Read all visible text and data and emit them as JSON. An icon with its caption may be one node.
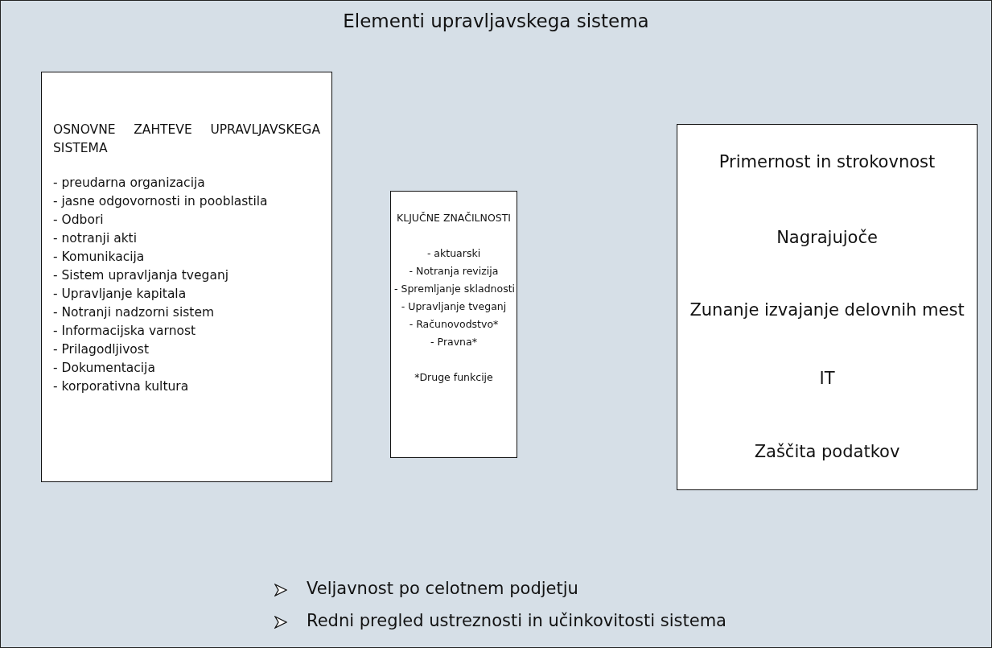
{
  "diagram": {
    "nodes": [
      {
        "text": [
          "Elementi upravljavskega sistema",
          "Veljavnost po celotnem podjetju",
          "Redni pregled ustreznosti in učinkovitosti sistema"
        ]
      },
      {
        "text": [
          "OSNOVNE ZAHTEVE UPRAVLJAVSKEGA SISTEMA",
          "- preudarna organizacija",
          "- jasne odgovornosti in pooblastila",
          "- Odbori",
          "- notranji akti",
          "- Komunikacija",
          "- Sistem upravljanja tveganj",
          "- Upravljanje kapitala",
          "- Notranji nadzorni sistem",
          "- Informacijska varnost",
          "- Prilagodljivost",
          "- Dokumentacija",
          "- korporativna kultura"
        ],
        "in": 0
      },
      {
        "text": [
          "KLJUČNE ZNAČILNOSTI",
          "- aktuarski",
          "- Notranja revizija",
          "- Spremljanje skladnosti",
          "- Upravljanje tveganj",
          "- Računovodstvo*",
          "- Pravna*",
          "*Druge funkcije"
        ],
        "in": 0
      },
      {
        "text": [
          "Primernost in strokovnost"
        ],
        "in": 0
      },
      {
        "text": [
          "Nagrajujoče"
        ],
        "in": 0
      },
      {
        "text": [
          "Zunanje izvajanje delovnih mest"
        ],
        "in": 0
      },
      {
        "text": [
          "IT"
        ],
        "in": 0
      },
      {
        "text": [
          "Zaščita podatkov"
        ],
        "in": 0
      }
    ]
  }
}
